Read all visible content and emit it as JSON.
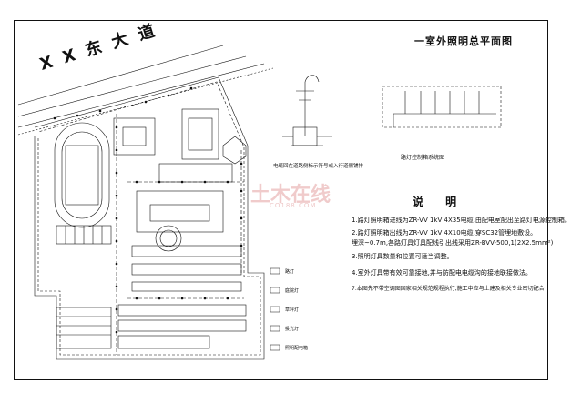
{
  "sheet_title": "一室外照明总平面图",
  "road_label": "X X 东 大 道",
  "detail_caption": "电缆回在道路侧标示符号或入行道侧铺排",
  "panel_caption": "路灯控制箱系统图",
  "notes": {
    "heading": "说 明",
    "lines": [
      "1.路灯照明箱进线为ZR-VV 1kV 4X35电缆,由配电室配出至路灯电源控制箱。",
      "2.路灯照明箱出线为ZR-VV 1kV 4X10电缆,穿SC32管埋地敷设。",
      "  埋深~0.7m,各路灯具灯具配线引出线采用ZR-BVV-500,1(2X2.5mm²)",
      "3.照明灯具数量和位置可适当调整。",
      "4.室外灯具带有效可靠接地,并与防配电电缆沟的接地联接做法。",
      "7.本图先不带空调图国家相关规范规程执行,施工中应与土建及相关专业密切配合"
    ]
  },
  "legend": {
    "items": [
      {
        "label": "路灯"
      },
      {
        "label": "庭院灯"
      },
      {
        "label": "草坪灯"
      },
      {
        "label": "投光灯"
      },
      {
        "label": "照明配电箱"
      }
    ]
  },
  "watermark": {
    "main": "土木在线",
    "sub": "CO188.COM"
  }
}
